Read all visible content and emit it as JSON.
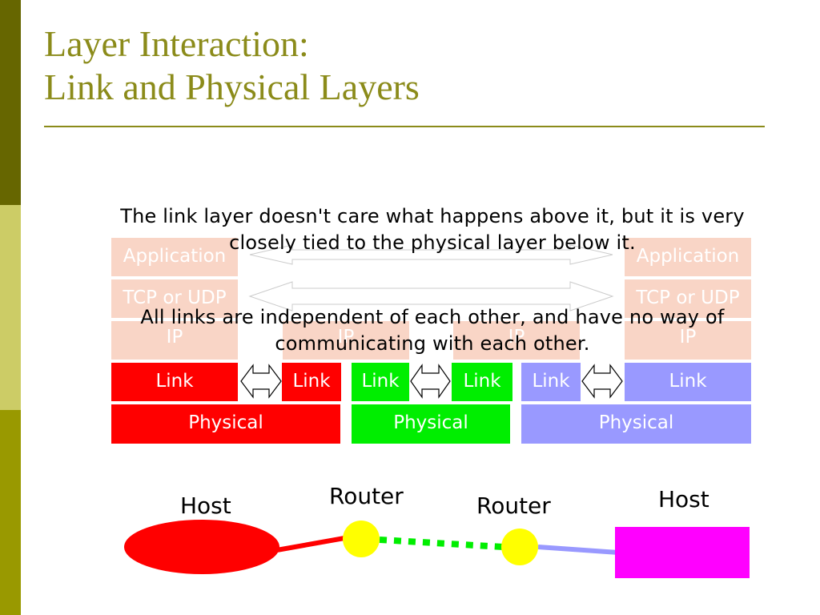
{
  "title": {
    "line1": "Layer Interaction:",
    "line2": "Link and Physical Layers"
  },
  "description": {
    "para1": "The link layer doesn't care what happens above it, but it is very closely tied to the physical layer below it.",
    "para2": "All links are independent of each other, and have no way of communicating with each other."
  },
  "stack": {
    "application_label": "Application",
    "transport_label": "TCP or UDP",
    "ip_label": "IP",
    "link_label": "Link",
    "physical_label": "Physical"
  },
  "nodes": {
    "host_left": "Host",
    "router_1": "Router",
    "router_2": "Router",
    "host_right": "Host"
  },
  "colors": {
    "title": "#8b8b1a",
    "sidebar_dark": "#666600",
    "sidebar_light": "#cccc66",
    "sidebar_mid": "#999900",
    "link_segment_1": "#ff0000",
    "link_segment_2": "#00ee00",
    "link_segment_3": "#9999ff",
    "faded_layer": "#f9d5c6",
    "host_left": "#ff0000",
    "router": "#ffff00",
    "host_right": "#ff00ff"
  }
}
